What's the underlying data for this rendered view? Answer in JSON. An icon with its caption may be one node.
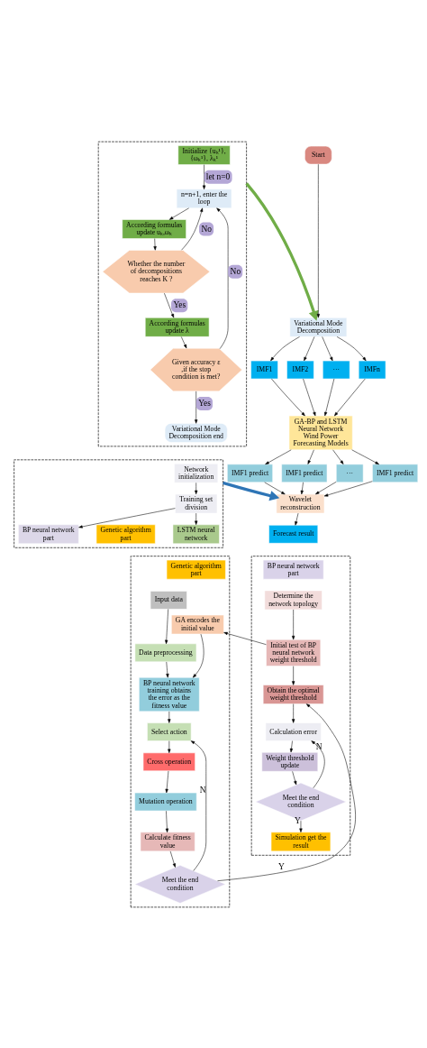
{
  "diagram": {
    "nodes": [
      {
        "text": [],
        "shape": "box"
      },
      {
        "text": [
          "Initialize {uₖ¹}, {ωₖ¹}, λₖ¹"
        ],
        "in": 0
      },
      {
        "text": [
          "n=n+1, enter the loop"
        ],
        "in": 0
      },
      {
        "text": [
          "According formulas update uₖ,ωₖ"
        ],
        "in": 0
      },
      {
        "text": [
          "Whether the number of decompositions reaches K ?"
        ],
        "in": 0
      },
      {
        "text": [
          "According formulas update λ"
        ],
        "in": 0
      },
      {
        "text": [
          "Given accuracy ε ,if the stop condition is met?"
        ],
        "in": 0
      },
      {
        "text": [
          "Variational Mode Decomposition end"
        ],
        "in": 0
      },
      {
        "text": [
          "Start"
        ]
      },
      {
        "text": [
          "Variational Mode Decomposition"
        ]
      },
      {
        "text": [
          "IMF1"
        ]
      },
      {
        "text": [
          "IMF2"
        ]
      },
      {
        "text": [
          "···"
        ]
      },
      {
        "text": [
          "IMFn"
        ]
      },
      {
        "text": [
          "GA-BP and LSTM Neural Network Wind Power Forecasting Models"
        ]
      },
      {
        "text": [
          "IMF1 predict"
        ]
      },
      {
        "text": [
          "IMF1 predict"
        ]
      },
      {
        "text": [
          "···"
        ]
      },
      {
        "text": [
          "IMF1 predict"
        ]
      },
      {
        "text": [],
        "shape": "box"
      },
      {
        "text": [
          "Network initialization"
        ],
        "in": 19
      },
      {
        "text": [
          "Training set division"
        ],
        "in": 19
      },
      {
        "text": [
          "BP neural network part"
        ],
        "in": 19
      },
      {
        "text": [
          "Genetic algorithm part"
        ],
        "in": 19
      },
      {
        "text": [
          "LSTM neural network"
        ],
        "in": 19
      },
      {
        "text": [
          "Wavelet reconstruction"
        ]
      },
      {
        "text": [
          "Forecast result"
        ]
      },
      {
        "text": [],
        "shape": "box"
      },
      {
        "text": [
          "Genetic algorithm part"
        ],
        "in": 27
      },
      {
        "text": [
          "Input data"
        ],
        "in": 27
      },
      {
        "text": [
          "Data preprocessing"
        ],
        "in": 27
      },
      {
        "text": [
          "GA encodes the initial value"
        ],
        "in": 27
      },
      {
        "text": [
          "BP neural network training obtains the error as the fitness value"
        ],
        "in": 27
      },
      {
        "text": [
          "Select action"
        ],
        "in": 27
      },
      {
        "text": [
          "Cross operation"
        ],
        "in": 27
      },
      {
        "text": [
          "Mutation operation"
        ],
        "in": 27
      },
      {
        "text": [
          "Calculate fitness value"
        ],
        "in": 27
      },
      {
        "text": [
          "Meet the end condition"
        ],
        "in": 27
      },
      {
        "text": [],
        "shape": "box"
      },
      {
        "text": [
          "BP neural network part"
        ],
        "in": 38
      },
      {
        "text": [
          "Determine the network topology"
        ],
        "in": 38
      },
      {
        "text": [
          "Initial test of BP neural network weight threshold"
        ],
        "in": 38
      },
      {
        "text": [
          "Obtain the optimal weight threshold"
        ],
        "in": 38
      },
      {
        "text": [
          "Calculation error"
        ],
        "in": 38
      },
      {
        "text": [
          "Weight threshold update"
        ],
        "in": 38
      },
      {
        "text": [
          "Meet the end condition"
        ],
        "in": 38
      },
      {
        "text": [
          "Simulation get the result"
        ],
        "in": 38
      }
    ],
    "edges": [
      {
        "from": 1,
        "to": 2,
        "arrow": "to",
        "label": "let n=0"
      },
      {
        "from": 2,
        "to": 3,
        "arrow": "to"
      },
      {
        "from": 3,
        "to": 4,
        "arrow": "to"
      },
      {
        "from": 4,
        "to": 2,
        "arrow": "to",
        "label": "No"
      },
      {
        "from": 4,
        "to": 5,
        "arrow": "to",
        "label": "Yes"
      },
      {
        "from": 5,
        "to": 6,
        "arrow": "to"
      },
      {
        "from": 6,
        "to": 2,
        "arrow": "to",
        "label": "No"
      },
      {
        "from": 6,
        "to": 7,
        "arrow": "to",
        "label": "Yes"
      },
      {
        "from": 0,
        "to": 9,
        "arrow": "to",
        "style": "thick",
        "color": "#70ad47"
      },
      {
        "from": 8,
        "to": 9,
        "arrow": "to"
      },
      {
        "from": 9,
        "to": 10,
        "arrow": "to"
      },
      {
        "from": 9,
        "to": 11,
        "arrow": "to"
      },
      {
        "from": 9,
        "to": 12,
        "arrow": "to"
      },
      {
        "from": 9,
        "to": 13,
        "arrow": "to"
      },
      {
        "from": 10,
        "to": 14,
        "arrow": "to"
      },
      {
        "from": 11,
        "to": 14,
        "arrow": "to"
      },
      {
        "from": 12,
        "to": 14,
        "arrow": "to"
      },
      {
        "from": 13,
        "to": 14,
        "arrow": "to"
      },
      {
        "from": 14,
        "to": 15,
        "arrow": "to"
      },
      {
        "from": 14,
        "to": 16,
        "arrow": "to"
      },
      {
        "from": 14,
        "to": 17,
        "arrow": "to"
      },
      {
        "from": 14,
        "to": 18,
        "arrow": "to"
      },
      {
        "from": 20,
        "to": 21,
        "arrow": "to"
      },
      {
        "from": 21,
        "to": 22,
        "arrow": "to"
      },
      {
        "from": 21,
        "to": 24,
        "arrow": "to"
      },
      {
        "from": 15,
        "to": 25,
        "arrow": "to"
      },
      {
        "from": 16,
        "to": 25,
        "arrow": "to"
      },
      {
        "from": 17,
        "to": 25,
        "arrow": "to"
      },
      {
        "from": 18,
        "to": 25,
        "arrow": "to"
      },
      {
        "from": 19,
        "to": 25,
        "arrow": "to",
        "style": "thick",
        "color": "#2e75b6"
      },
      {
        "from": 25,
        "to": 26,
        "arrow": "to"
      },
      {
        "from": 29,
        "to": 30,
        "arrow": "to"
      },
      {
        "from": 30,
        "to": 32,
        "arrow": "to"
      },
      {
        "from": 31,
        "to": 32,
        "arrow": "to"
      },
      {
        "from": 32,
        "to": 33,
        "arrow": "to"
      },
      {
        "from": 33,
        "to": 34,
        "arrow": "to"
      },
      {
        "from": 34,
        "to": 35,
        "arrow": "to"
      },
      {
        "from": 35,
        "to": 36,
        "arrow": "to"
      },
      {
        "from": 36,
        "to": 37,
        "arrow": "to"
      },
      {
        "from": 37,
        "to": 33,
        "arrow": "to",
        "label": "N"
      },
      {
        "from": 37,
        "to": 42,
        "arrow": "to",
        "label": "Y"
      },
      {
        "from": 40,
        "to": 41,
        "arrow": "to"
      },
      {
        "from": 41,
        "to": 31,
        "arrow": "to"
      },
      {
        "from": 41,
        "to": 42,
        "arrow": "to"
      },
      {
        "from": 42,
        "to": 43,
        "arrow": "to"
      },
      {
        "from": 43,
        "to": 44,
        "arrow": "to"
      },
      {
        "from": 44,
        "to": 45,
        "arrow": "to"
      },
      {
        "from": 45,
        "to": 43,
        "arrow": "to",
        "label": "N"
      },
      {
        "from": 45,
        "to": 46,
        "arrow": "to",
        "label": "Y"
      }
    ]
  }
}
